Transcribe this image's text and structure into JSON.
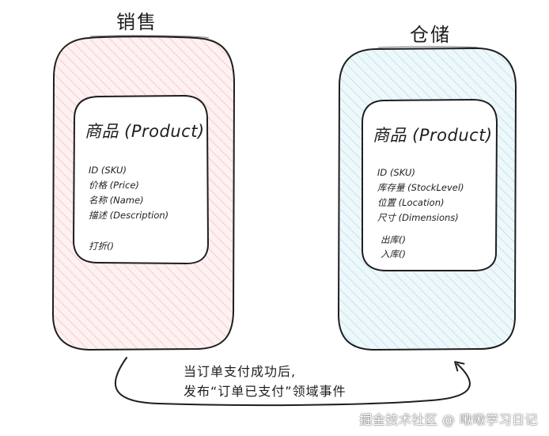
{
  "sales_context": {
    "title": "销售",
    "fill_color": "#fbe3e4",
    "product": {
      "title": "商品 (Product)",
      "attributes": [
        "ID (SKU)",
        "价格 (Price)",
        "名称 (Name)",
        "描述 (Description)"
      ],
      "methods": [
        "打折()"
      ]
    }
  },
  "warehouse_context": {
    "title": "仓储",
    "fill_color": "#dcf0f7",
    "product": {
      "title": "商品 (Product)",
      "attributes": [
        "ID (SKU)",
        "库存量 (StockLevel)",
        "位置 (Location)",
        "尺寸 (Dimensions)"
      ],
      "methods": [
        "出库()",
        "入库()"
      ]
    }
  },
  "event": {
    "line1": "当订单支付成功后,",
    "line2": "发布“订单已支付”领域事件"
  },
  "colors": {
    "stroke": "#1e1e1e",
    "card_fill": "#ffffff"
  },
  "watermark": "掘金技术社区 @ 啾啾学习日记"
}
